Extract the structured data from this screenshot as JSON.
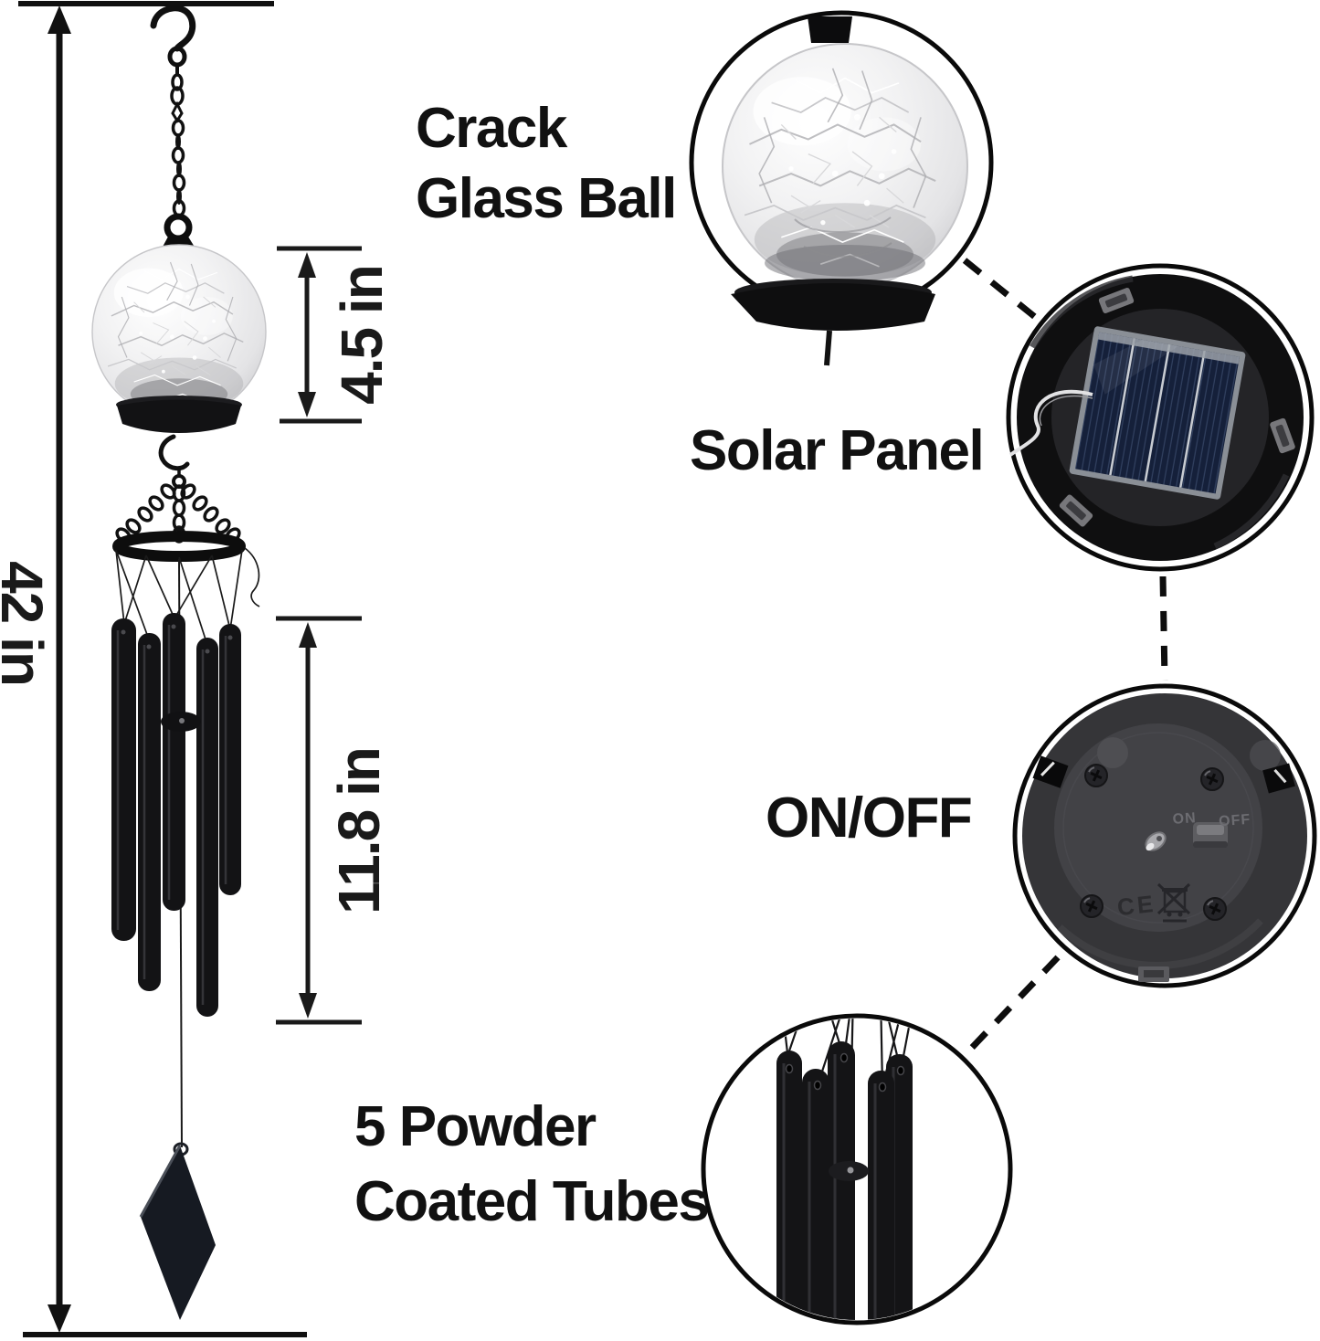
{
  "dimensions": {
    "overall_height": "42 in",
    "glass_ball_height": "4.5 in",
    "tube_length": "11.8 in"
  },
  "callouts": {
    "glass_ball": {
      "line1": "Crack",
      "line2": "Glass Ball"
    },
    "solar_panel": "Solar Panel",
    "power_switch": "ON/OFF",
    "tubes": {
      "line1": "5 Powder",
      "line2": "Coated Tubes"
    }
  },
  "device_markings": {
    "on": "ON",
    "off": "OFF",
    "ce": "CE"
  },
  "colors": {
    "ink": "#111111",
    "solar_cell_blue": "#15203a",
    "device_gray": "#3a3a3d",
    "background": "#ffffff"
  }
}
